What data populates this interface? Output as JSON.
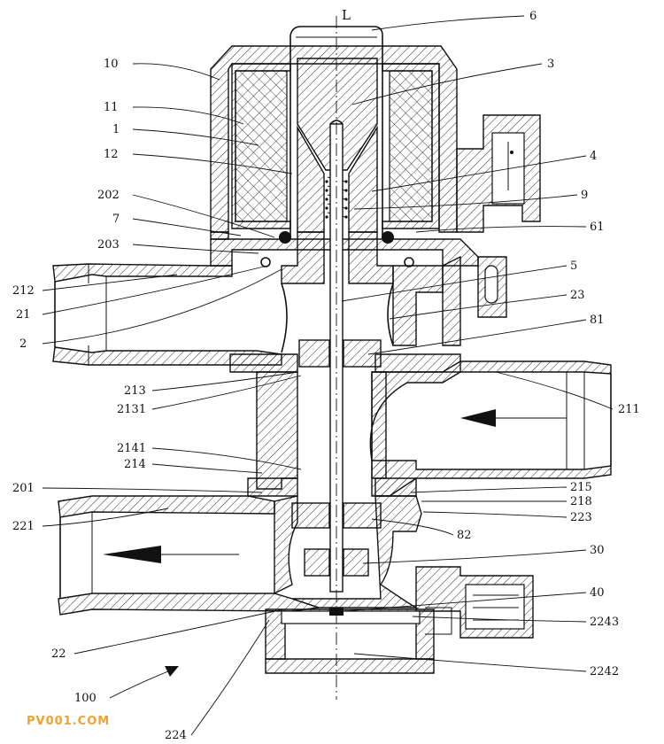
{
  "figure": {
    "axis_label": "L",
    "watermark": "PV001.COM",
    "reference_number": "100"
  },
  "callouts": {
    "left": [
      "10",
      "11",
      "1",
      "12",
      "202",
      "7",
      "203",
      "212",
      "21",
      "2",
      "213",
      "2131",
      "2141",
      "214",
      "201",
      "221",
      "22",
      "224"
    ],
    "right": [
      "6",
      "3",
      "4",
      "9",
      "61",
      "5",
      "23",
      "81",
      "211",
      "215",
      "218",
      "223",
      "82",
      "30",
      "40",
      "2243",
      "2242"
    ]
  },
  "flow_arrows": [
    "inlet-211-flow-left",
    "outlet-221-flow-left"
  ]
}
